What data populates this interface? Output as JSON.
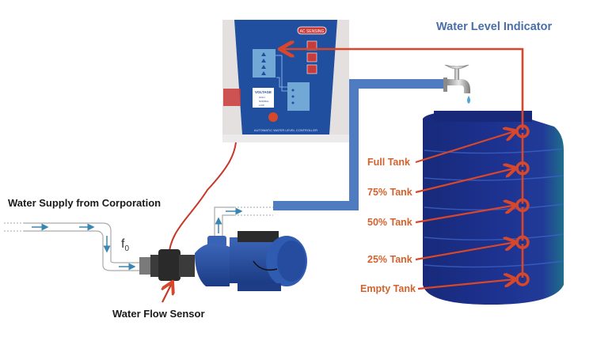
{
  "title": "Water Level Indicator",
  "labels": {
    "water_supply": "Water Supply from Corporation",
    "flow_symbol": "f",
    "flow_subscript": "0",
    "flow_sensor": "Water Flow Sensor"
  },
  "tank_levels": [
    {
      "label": "Full Tank",
      "percent": 100
    },
    {
      "label": "75% Tank",
      "percent": 75
    },
    {
      "label": "50% Tank",
      "percent": 50
    },
    {
      "label": "25% Tank",
      "percent": 25
    },
    {
      "label": "Empty Tank",
      "percent": 0
    }
  ],
  "controller": {
    "badge": "AC SENSING",
    "voltage_title": "VOLTAGE",
    "voltage_levels": [
      "HIGH",
      "NORMAL",
      "LOW"
    ],
    "footer": "AUTOMATIC WATER LEVEL CONTROLLER"
  },
  "icons": {
    "tap": "water-tap-icon",
    "pump": "water-pump-icon",
    "tank": "water-tank-icon",
    "sensor": "flow-sensor-icon"
  },
  "colors": {
    "wire": "#d9472b",
    "label_orange": "#d4622e",
    "title_blue": "#4a6ea8",
    "pipe_blue": "#4f7cc0",
    "tank_blue": "#1c2f8a",
    "panel_blue": "#1f4f9e"
  }
}
